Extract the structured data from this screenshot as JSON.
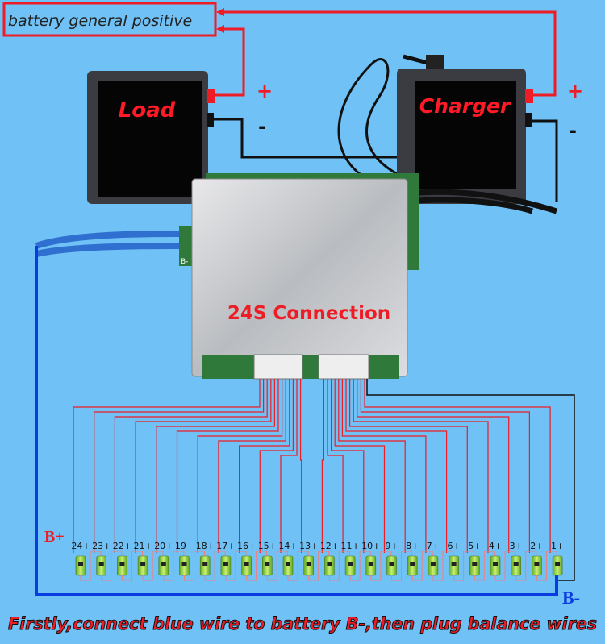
{
  "title_box": {
    "label": "battery general positive"
  },
  "load": {
    "label": "Load",
    "plus": "+",
    "minus": "-"
  },
  "charger": {
    "label": "Charger",
    "plus": "+",
    "minus": "-"
  },
  "bms": {
    "label": "24S Connection",
    "b_minus_pad": "B-"
  },
  "battery": {
    "b_plus": "B+",
    "b_minus": "B-",
    "cell_labels": [
      "24+",
      "23+",
      "22+",
      "21+",
      "20+",
      "19+",
      "18+",
      "17+",
      "16+",
      "15+",
      "14+",
      "13+",
      "12+",
      "11+",
      "10+",
      "9+",
      "8+",
      "7+",
      "6+",
      "5+",
      "4+",
      "3+",
      "2+",
      "1+"
    ]
  },
  "instruction": "Firstly,connect blue wire to battery B-,then plug balance wires",
  "colors": {
    "background": "#70c1f5",
    "positive_wire": "#ee1c25",
    "negative_wire": "#111111",
    "b_minus_wire": "#0a3de0",
    "cell": "#8fd33a"
  }
}
